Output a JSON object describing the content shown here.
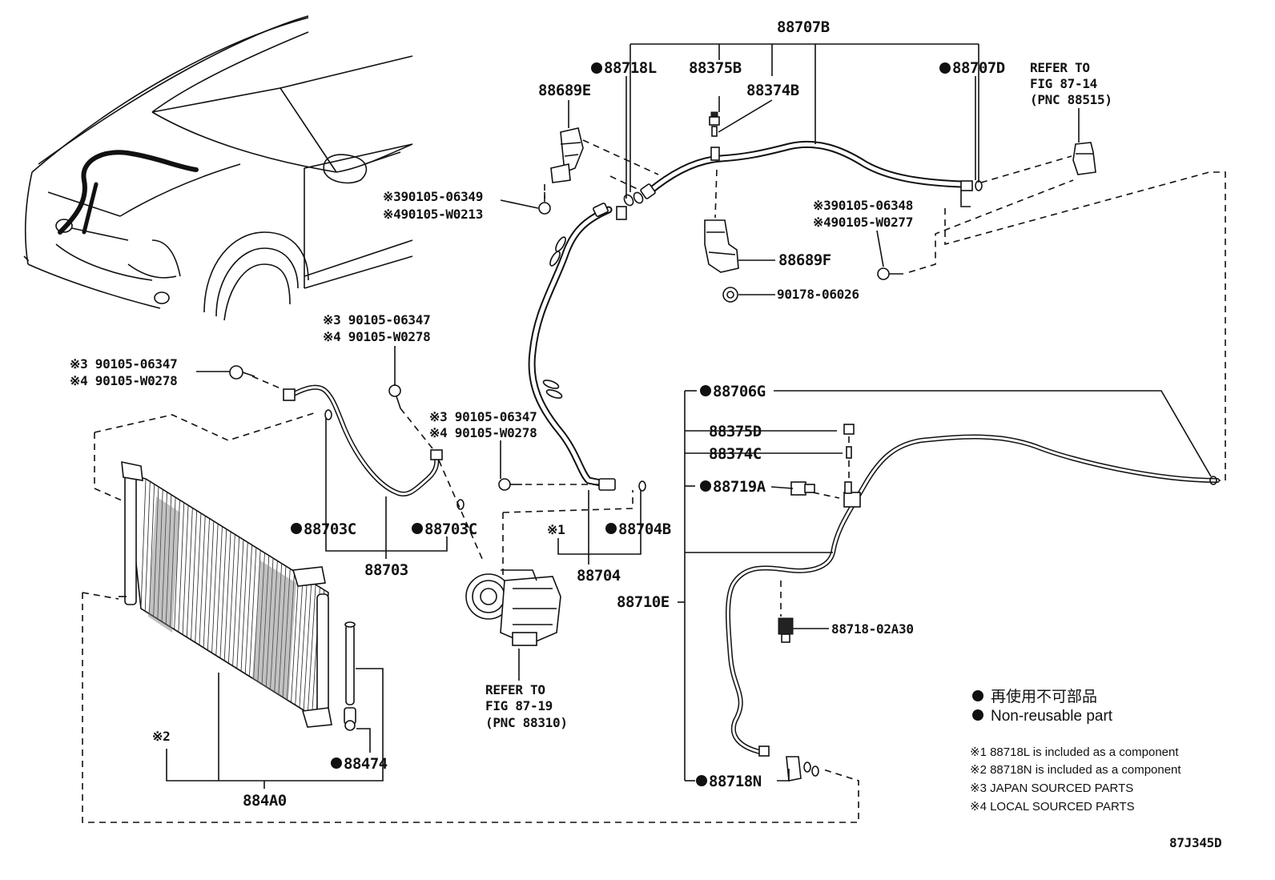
{
  "labels": {
    "p88707B": "88707B",
    "p88718L": "88718L",
    "p88375B": "88375B",
    "p88374B": "88374B",
    "p88707D": "88707D",
    "refer1_l1": "REFER TO",
    "refer1_l2": "FIG 87-14",
    "refer1_l3": "(PNC 88515)",
    "p88689E": "88689E",
    "bolt1_a": "※390105-06349",
    "bolt1_b": "※490105-W0213",
    "bolt2_a": "※390105-06348",
    "bolt2_b": "※490105-W0277",
    "p88689F": "88689F",
    "p90178": "90178-06026",
    "bolt3_a": "※3 90105-06347",
    "bolt3_b": "※4 90105-W0278",
    "bolt4_a": "※3 90105-06347",
    "bolt4_b": "※4 90105-W0278",
    "bolt5_a": "※3 90105-06347",
    "bolt5_b": "※4 90105-W0278",
    "p88706G": "88706G",
    "p88375D": "88375D",
    "p88374C": "88374C",
    "p88719A": "88719A",
    "p88703C_a": "88703C",
    "p88703C_b": "88703C",
    "p88703": "88703",
    "note1": "※1",
    "p88704B": "88704B",
    "p88704": "88704",
    "p88710E": "88710E",
    "p88718_02A30": "88718-02A30",
    "refer2_l1": "REFER TO",
    "refer2_l2": "FIG 87-19",
    "refer2_l3": "(PNC 88310)",
    "note2": "※2",
    "p88474": "88474",
    "p884A0": "884A0",
    "p88718N": "88718N",
    "figure_id": "87J345D"
  },
  "legend": {
    "jp": "再使用不可部品",
    "en": "Non-reusable part"
  },
  "notes": [
    "※1 88718L is included as a component",
    "※2 88718N is included as a component",
    "※3 JAPAN SOURCED PARTS",
    "※4 LOCAL SOURCED PARTS"
  ]
}
